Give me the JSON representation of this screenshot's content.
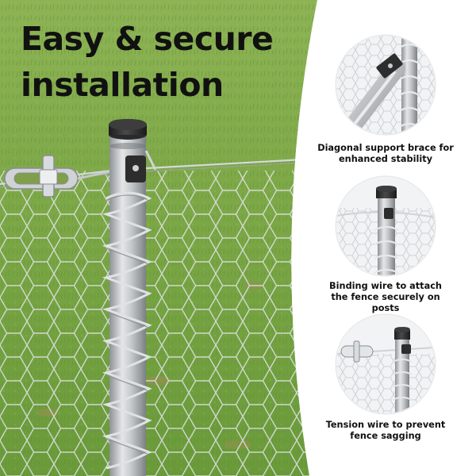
{
  "headline": {
    "line1": "Easy & secure",
    "line2": "installation"
  },
  "features": [
    {
      "icon": "diagonal-brace-icon",
      "line1": "Diagonal support brace for",
      "line2": "enhanced stability"
    },
    {
      "icon": "binding-wire-icon",
      "line1": "Binding wire to attach",
      "line2": "the fence securely on posts"
    },
    {
      "icon": "tension-wire-icon",
      "line1": "Tension wire to prevent",
      "line2": "fence sagging"
    }
  ],
  "colors": {
    "grass": "#7fa94a",
    "panel": "#ffffff",
    "post": "#b9bcbf",
    "cap": "#2b2b2b",
    "text": "#111111"
  }
}
